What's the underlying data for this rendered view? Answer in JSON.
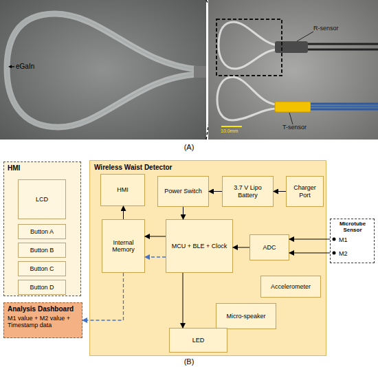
{
  "diagram": {
    "nodes": [
      {
        "text": [
          "HMI"
        ]
      },
      {
        "text": [
          "LCD"
        ],
        "in": 0
      },
      {
        "text": [
          "Button A"
        ],
        "in": 0
      },
      {
        "text": [
          "Button B"
        ],
        "in": 0
      },
      {
        "text": [
          "Button C"
        ],
        "in": 0
      },
      {
        "text": [
          "Button D"
        ],
        "in": 0
      },
      {
        "text": [
          "Wireless Waist Detector"
        ]
      },
      {
        "text": [
          "HMI"
        ],
        "in": 6
      },
      {
        "text": [
          "Power Switch"
        ],
        "in": 6
      },
      {
        "text": [
          "3.7 V Lipo Battery"
        ],
        "in": 6
      },
      {
        "text": [
          "Charger Port"
        ],
        "in": 6
      },
      {
        "text": [
          "Internal Memory"
        ],
        "in": 6
      },
      {
        "text": [
          "MCU + BLE + Clock"
        ],
        "in": 6
      },
      {
        "text": [
          "ADC"
        ],
        "in": 6
      },
      {
        "text": [
          "Microtube Sensor",
          "M1",
          "M2"
        ]
      },
      {
        "text": [
          "Accelerometer"
        ],
        "in": 6
      },
      {
        "text": [
          "Micro-speaker"
        ],
        "in": 6
      },
      {
        "text": [
          "LED"
        ],
        "in": 6
      },
      {
        "text": [
          "Analysis Dashboard",
          "M1 value + M2 value + Timestamp data"
        ]
      }
    ],
    "edges": [
      {
        "from": 10,
        "to": 9,
        "arrow": "to"
      },
      {
        "from": 9,
        "to": 8,
        "arrow": "to"
      },
      {
        "from": 8,
        "to": 12,
        "arrow": "to"
      },
      {
        "from": 12,
        "to": 11,
        "arrow": "to"
      },
      {
        "from": 11,
        "to": 7,
        "arrow": "to"
      },
      {
        "from": 13,
        "to": 12,
        "arrow": "to"
      },
      {
        "from": 14,
        "to": 13,
        "arrow": "to"
      },
      {
        "from": 14,
        "to": 13,
        "arrow": "to"
      },
      {
        "from": 12,
        "to": 17,
        "arrow": "to"
      },
      {
        "from": 12,
        "to": 11,
        "arrow": "to"
      },
      {
        "from": 11,
        "to": 18,
        "arrow": "to"
      }
    ],
    "labels": [
      "eGaIn",
      "10.0mm",
      "R-sensor",
      "T-sensor",
      "(A)",
      "(B)"
    ]
  }
}
